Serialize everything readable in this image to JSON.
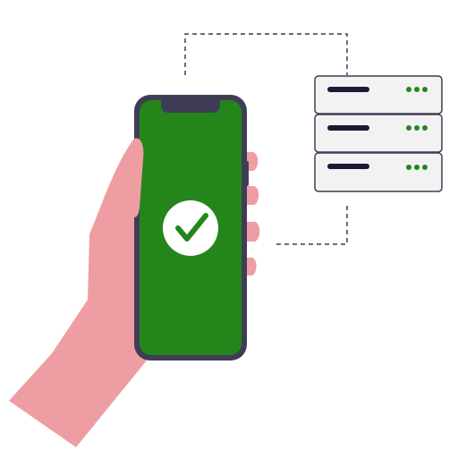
{
  "illustration": {
    "icons": {
      "phone": "smartphone-icon",
      "check": "checkmark-icon",
      "server": "server-rack-icon",
      "hand": "hand-icon",
      "connector": "dashed-connector"
    },
    "colors": {
      "phone_frame": "#3f3d56",
      "phone_screen": "#24861a",
      "check_circle": "#ffffff",
      "check_mark": "#24861a",
      "hand_skin": "#ee9ea2",
      "server_fill": "#f2f2f2",
      "server_border": "#3f3d56",
      "server_bar": "#1c1a33",
      "server_led": "#24861a",
      "connector": "#3f3d56"
    },
    "server_units": 3,
    "leds_per_unit": 3
  }
}
